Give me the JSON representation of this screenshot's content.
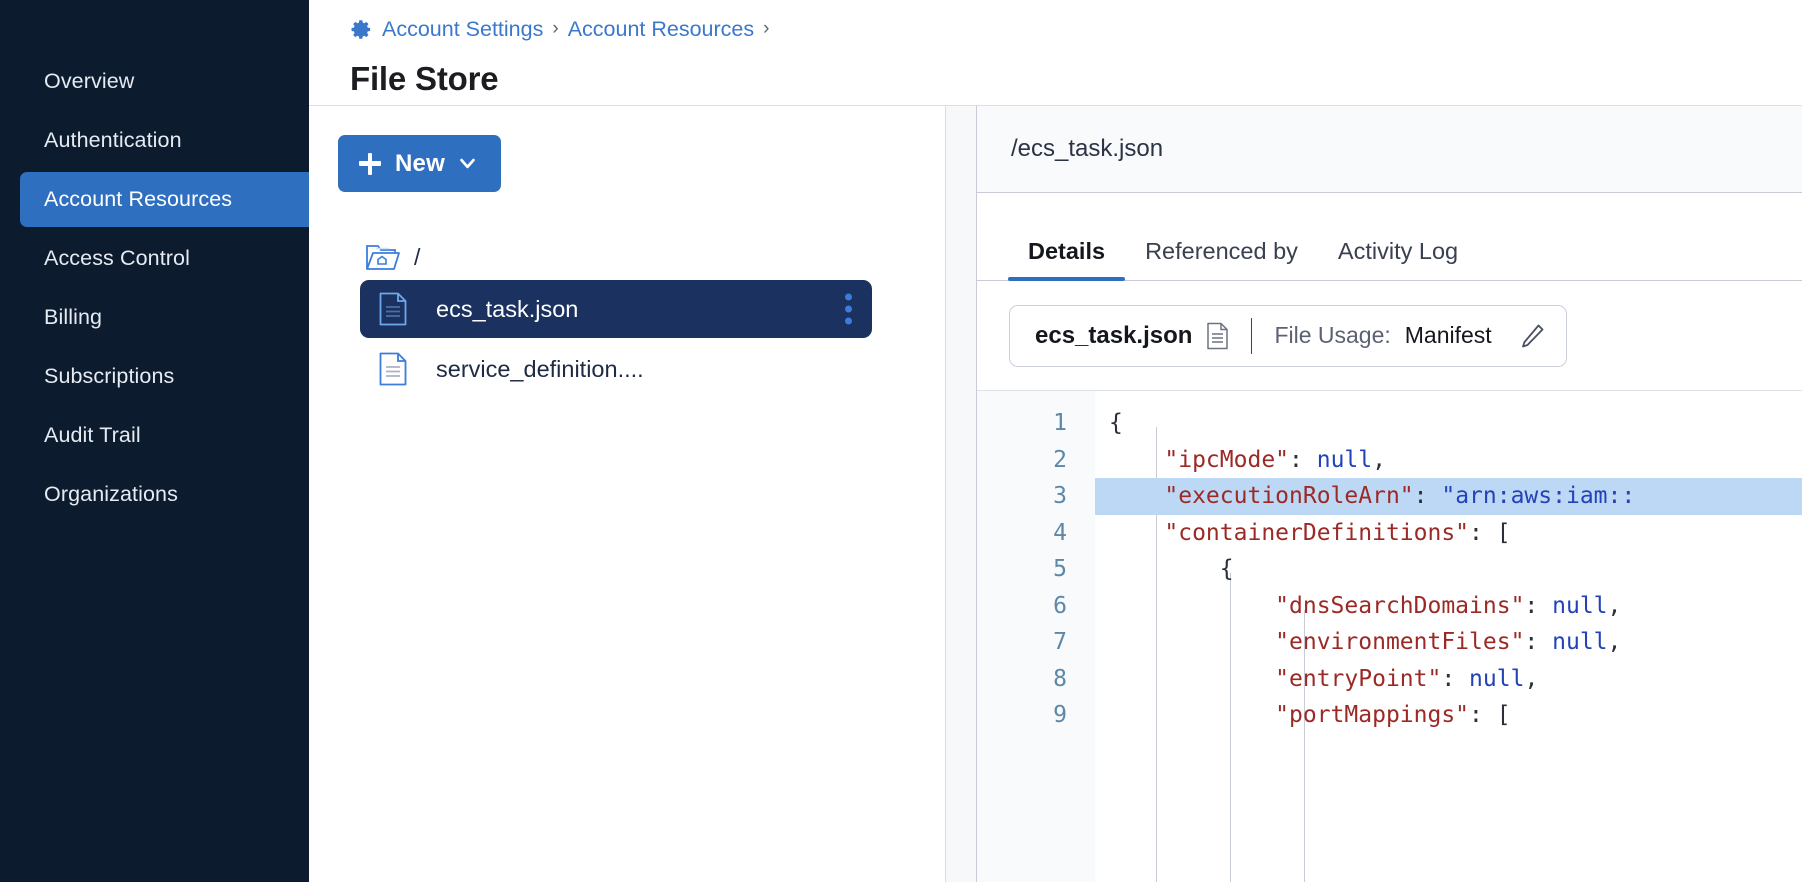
{
  "sidebar": {
    "items": [
      {
        "label": "Overview",
        "active": false
      },
      {
        "label": "Authentication",
        "active": false
      },
      {
        "label": "Account Resources",
        "active": true
      },
      {
        "label": "Access Control",
        "active": false
      },
      {
        "label": "Billing",
        "active": false
      },
      {
        "label": "Subscriptions",
        "active": false
      },
      {
        "label": "Audit Trail",
        "active": false
      },
      {
        "label": "Organizations",
        "active": false
      }
    ]
  },
  "header": {
    "breadcrumb": [
      {
        "label": "Account Settings"
      },
      {
        "label": "Account Resources"
      }
    ],
    "separator": "›",
    "title": "File Store",
    "gear_icon": "gear-icon"
  },
  "tree_panel": {
    "new_button": {
      "label": "New",
      "plus_icon": "plus-icon",
      "chevron_icon": "chevron-down-icon"
    },
    "root": {
      "label": "/",
      "icon": "folder-home-icon"
    },
    "files": [
      {
        "name": "ecs_task.json",
        "selected": true,
        "icon": "file-icon",
        "menu_icon": "kebab-menu-icon"
      },
      {
        "name": "service_definition....",
        "selected": false,
        "icon": "file-icon"
      }
    ]
  },
  "detail_panel": {
    "path": "/ecs_task.json",
    "tabs": [
      {
        "label": "Details",
        "active": true
      },
      {
        "label": "Referenced by",
        "active": false
      },
      {
        "label": "Activity Log",
        "active": false
      }
    ],
    "info_card": {
      "filename": "ecs_task.json",
      "doc_icon": "document-icon",
      "usage_label": "File Usage:",
      "usage_value": "Manifest",
      "edit_icon": "pencil-icon"
    },
    "editor": {
      "line_numbers": [
        "1",
        "2",
        "3",
        "4",
        "5",
        "6",
        "7",
        "8",
        "9"
      ],
      "highlighted_line": 3,
      "lines": [
        {
          "indent": 0,
          "segments": [
            {
              "t": "{",
              "c": "punc"
            }
          ]
        },
        {
          "indent": 1,
          "segments": [
            {
              "t": "\"ipcMode\"",
              "c": "key"
            },
            {
              "t": ": ",
              "c": "punc"
            },
            {
              "t": "null",
              "c": "null"
            },
            {
              "t": ",",
              "c": "punc"
            }
          ]
        },
        {
          "indent": 1,
          "segments": [
            {
              "t": "\"executionRoleArn\"",
              "c": "key"
            },
            {
              "t": ": ",
              "c": "punc"
            },
            {
              "t": "\"arn:aws:iam::",
              "c": "str"
            }
          ]
        },
        {
          "indent": 1,
          "segments": [
            {
              "t": "\"containerDefinitions\"",
              "c": "key"
            },
            {
              "t": ": [",
              "c": "punc"
            }
          ]
        },
        {
          "indent": 2,
          "segments": [
            {
              "t": "{",
              "c": "punc"
            }
          ]
        },
        {
          "indent": 3,
          "segments": [
            {
              "t": "\"dnsSearchDomains\"",
              "c": "key"
            },
            {
              "t": ": ",
              "c": "punc"
            },
            {
              "t": "null",
              "c": "null"
            },
            {
              "t": ",",
              "c": "punc"
            }
          ]
        },
        {
          "indent": 3,
          "segments": [
            {
              "t": "\"environmentFiles\"",
              "c": "key"
            },
            {
              "t": ": ",
              "c": "punc"
            },
            {
              "t": "null",
              "c": "null"
            },
            {
              "t": ",",
              "c": "punc"
            }
          ]
        },
        {
          "indent": 3,
          "segments": [
            {
              "t": "\"entryPoint\"",
              "c": "key"
            },
            {
              "t": ": ",
              "c": "punc"
            },
            {
              "t": "null",
              "c": "null"
            },
            {
              "t": ",",
              "c": "punc"
            }
          ]
        },
        {
          "indent": 3,
          "segments": [
            {
              "t": "\"portMappings\"",
              "c": "key"
            },
            {
              "t": ": [",
              "c": "punc"
            }
          ]
        }
      ]
    }
  },
  "colors": {
    "sidebar_bg": "#0d1b2e",
    "accent": "#2f6fc0",
    "selected_row": "#1b3160",
    "code_highlight": "#bcd8f5",
    "key_color": "#9b2a26",
    "value_color": "#2342b8"
  }
}
